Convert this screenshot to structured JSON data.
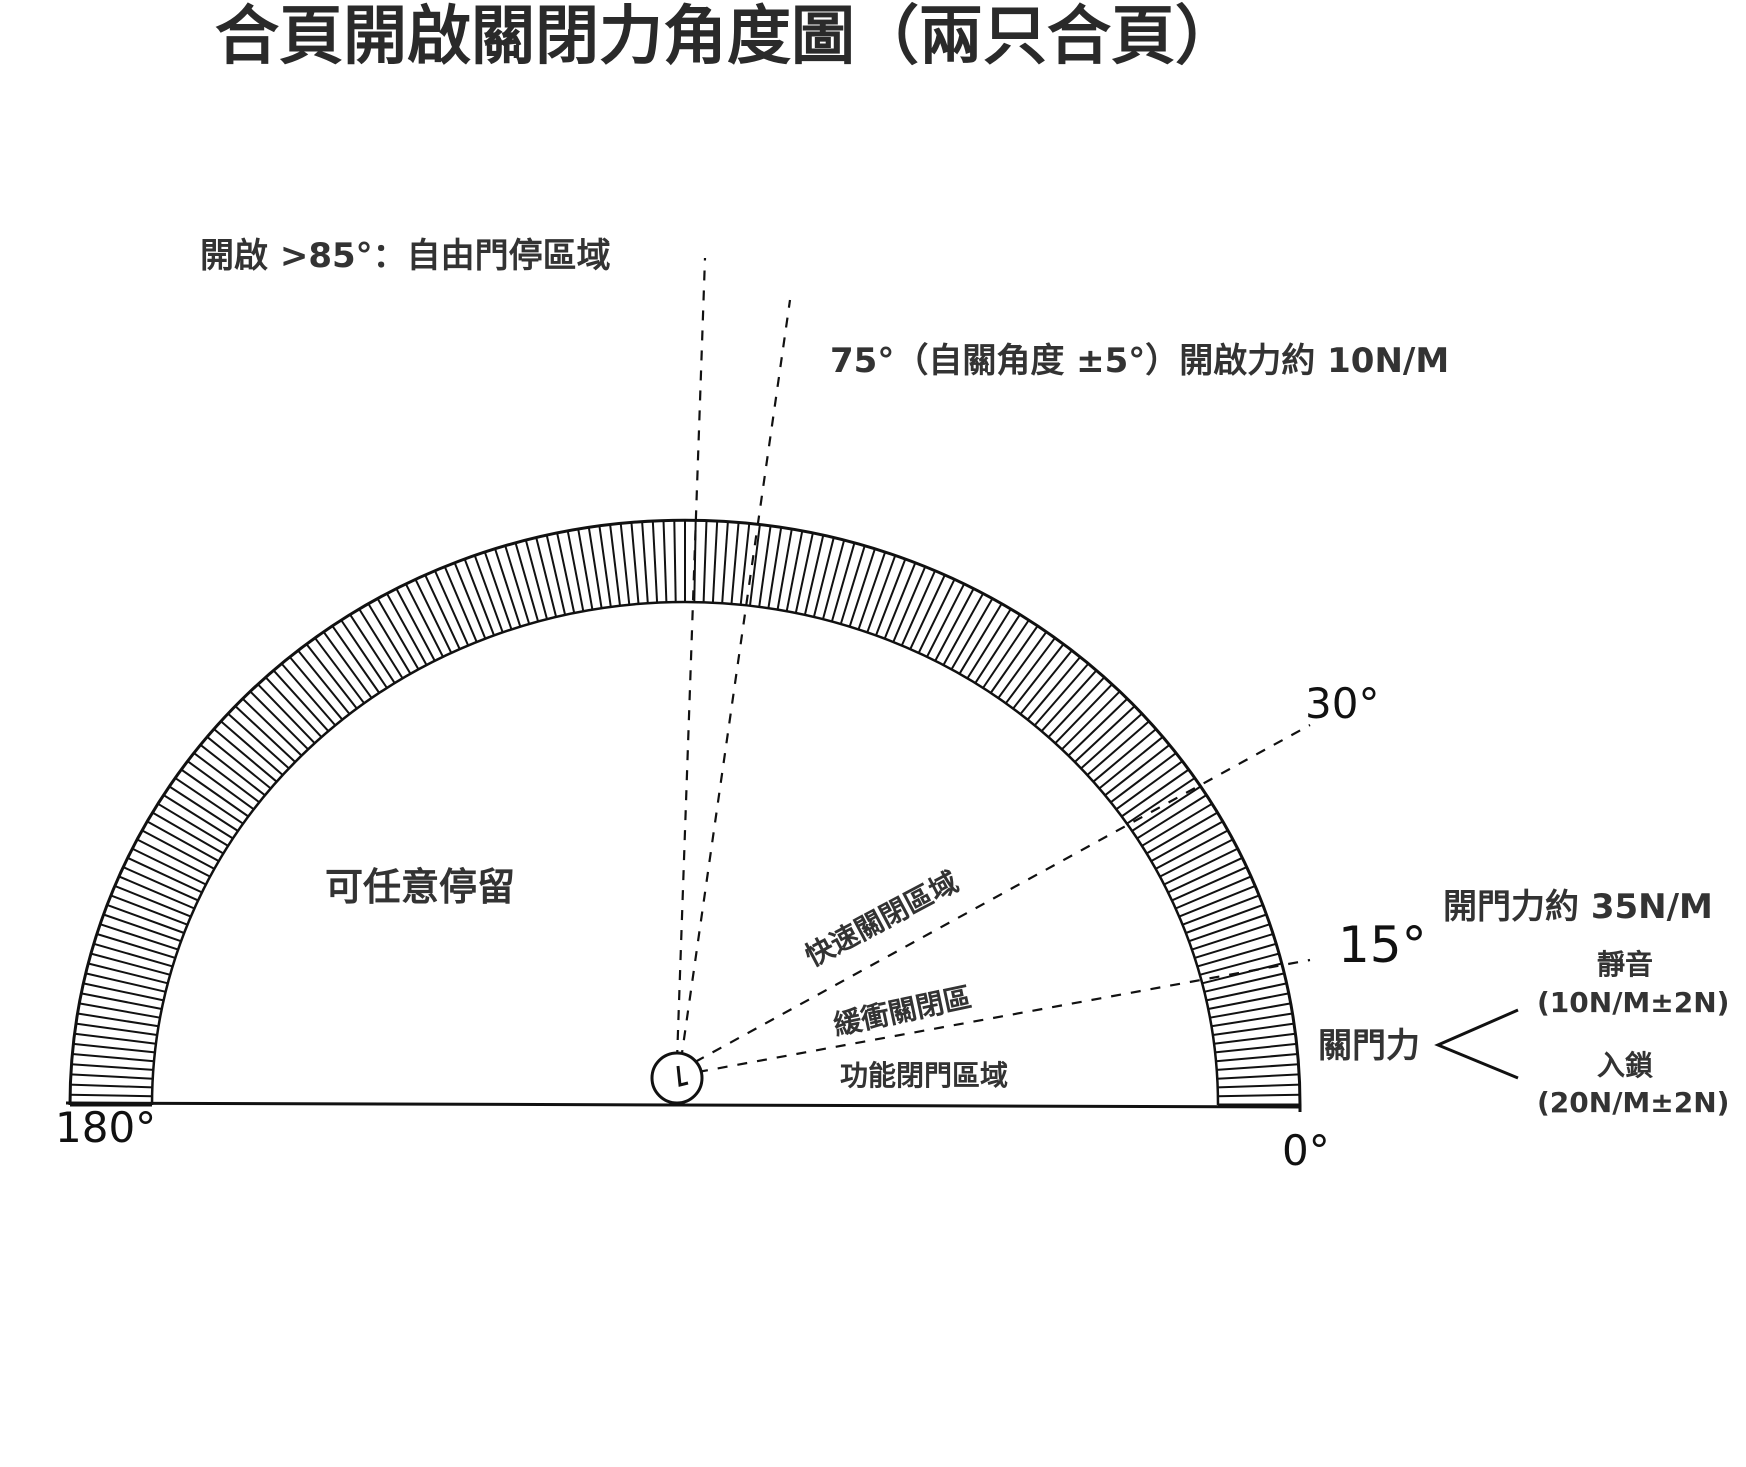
{
  "title": "合頁開啟關閉力角度圖（兩只合頁）",
  "labels": {
    "free_stop_zone": "開啟 >85°：自由門停區域",
    "self_close_angle": "75°（自關角度 ±5°）開啟力約 10N/M",
    "any_stop": "可任意停留",
    "fast_close_zone": "快速關閉區域",
    "buffer_close_zone": "緩衝關閉區",
    "function_close_zone": "功能閉門區域",
    "open_force": "開門力約 35N/M",
    "close_force": "關門力",
    "silent": "靜音",
    "silent_value": "(10N/M±2N)",
    "latch": "入鎖",
    "latch_value": "(20N/M±2N)"
  },
  "angles": {
    "deg_180": "180°",
    "deg_0": "0°",
    "deg_30": "30°",
    "deg_15": "15°"
  },
  "colors": {
    "line": "#111111",
    "text": "#333333",
    "background": "#ffffff"
  }
}
